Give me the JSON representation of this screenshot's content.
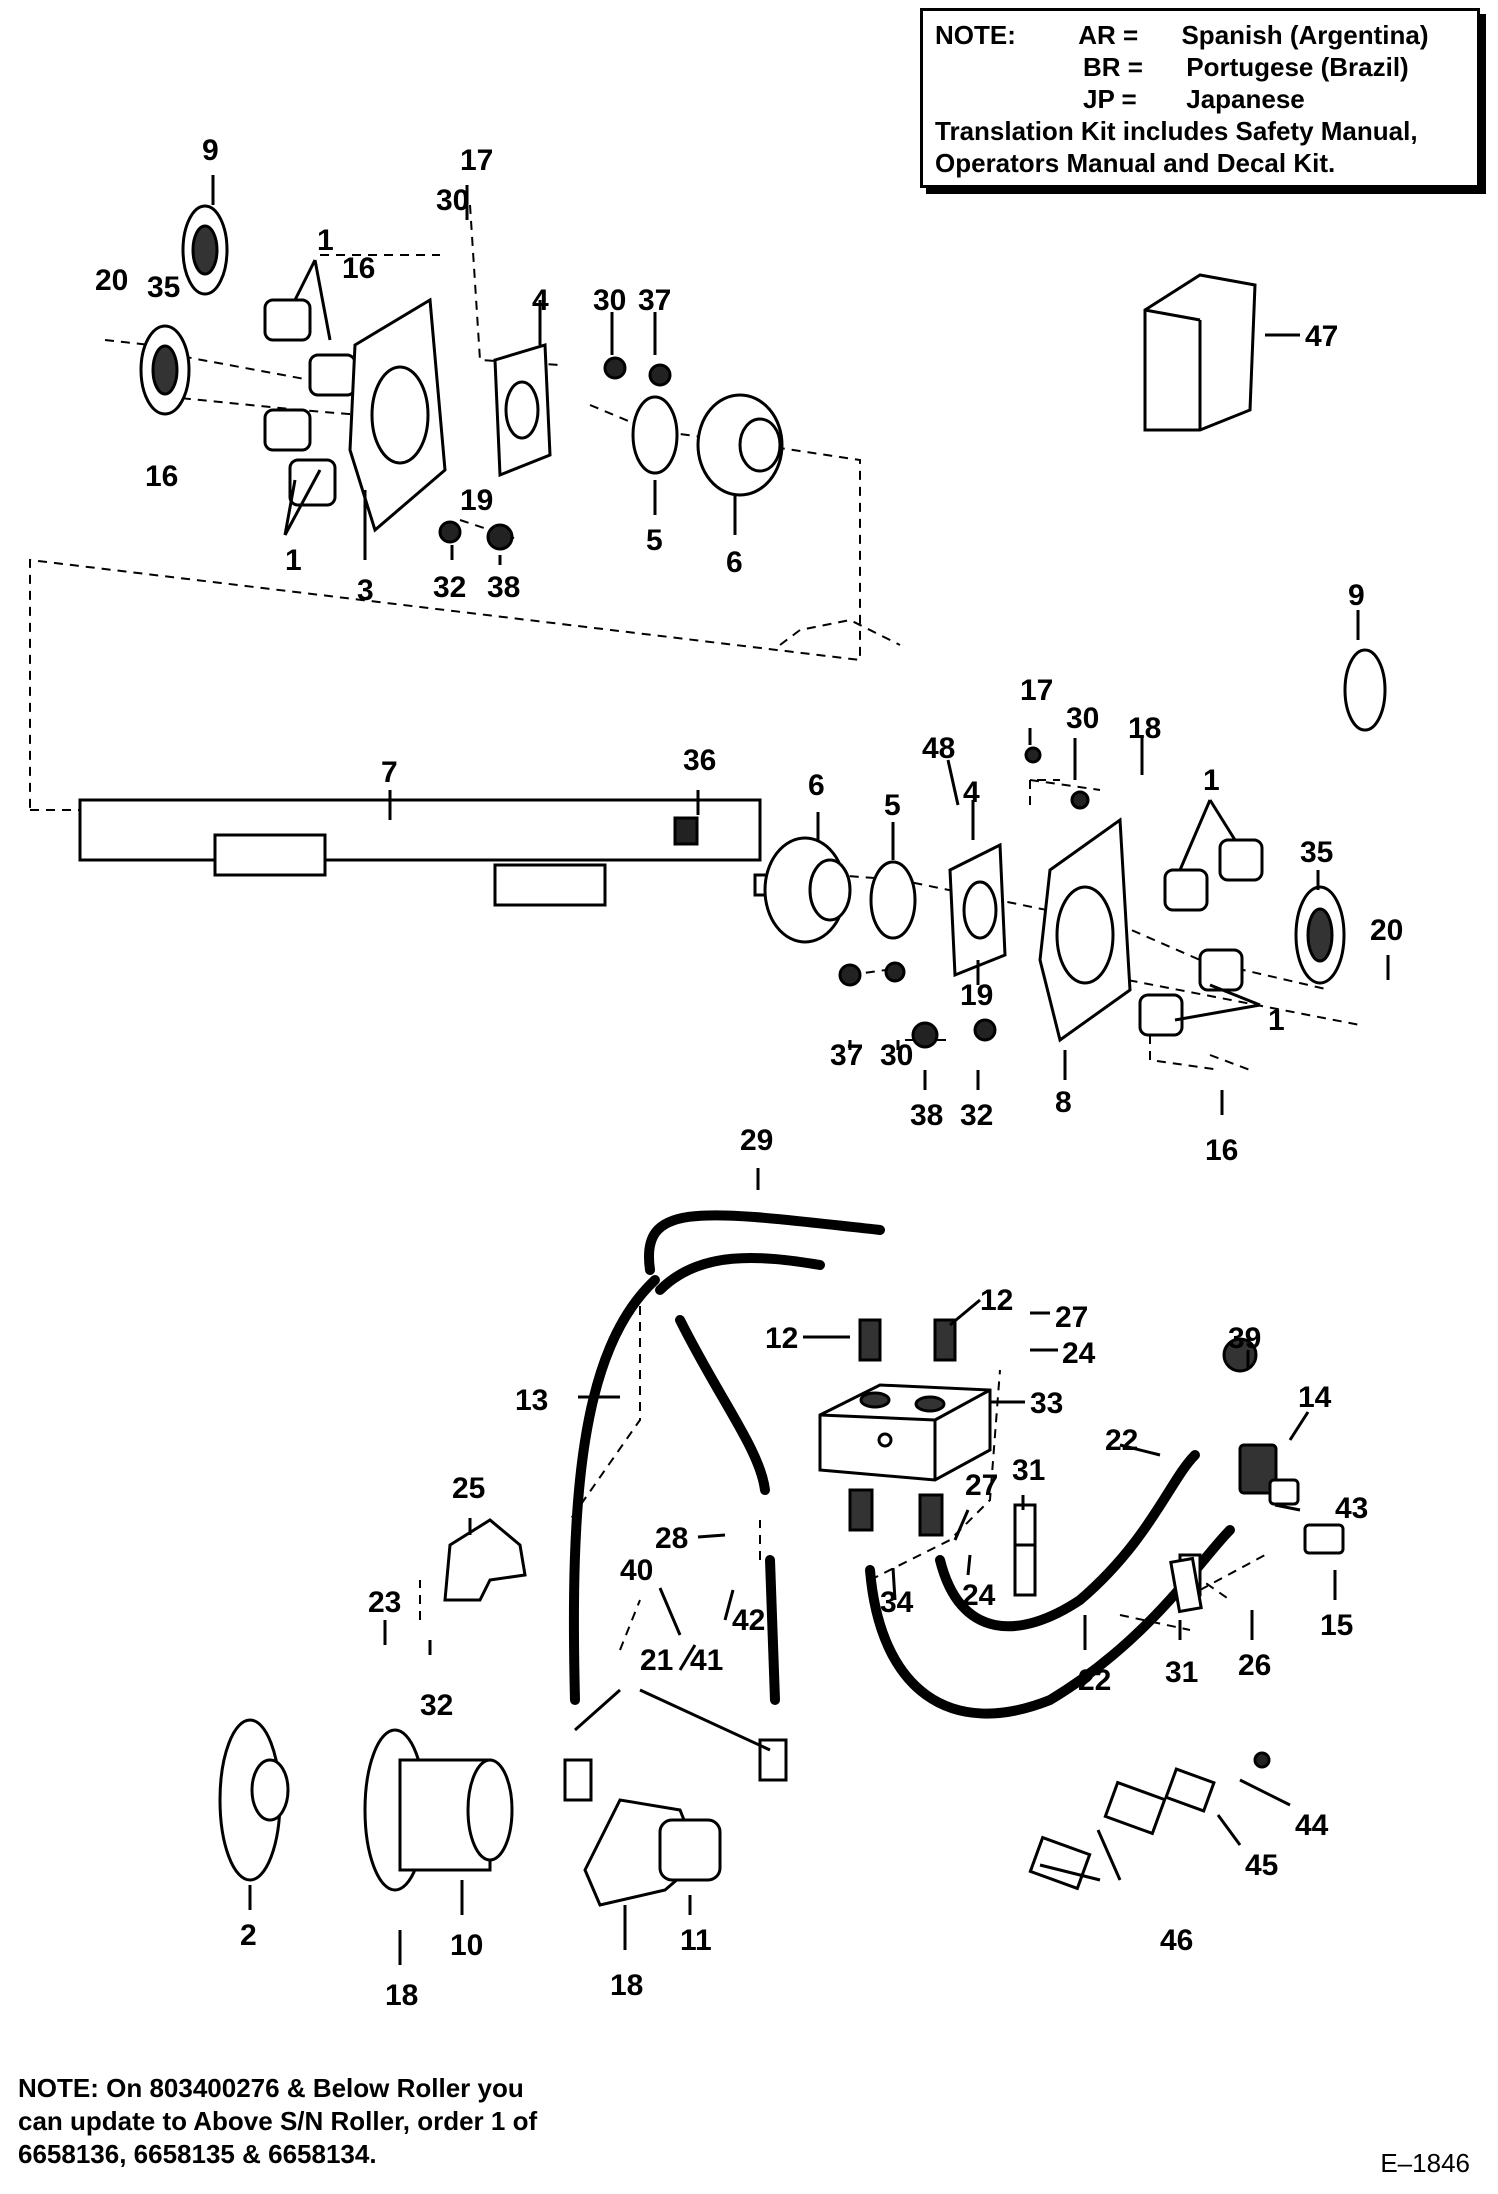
{
  "note": {
    "heading": "NOTE:",
    "languages": [
      {
        "code": "AR =",
        "name": "Spanish (Argentina)"
      },
      {
        "code": "BR =",
        "name": "Portugese (Brazil)"
      },
      {
        "code": "JP =",
        "name": "Japanese"
      }
    ],
    "kit_line_1": "Translation Kit includes Safety Manual,",
    "kit_line_2": "Operators Manual and Decal Kit."
  },
  "bottom_note": {
    "heading": "NOTE:",
    "line_1": "On 803400276 & Below Roller you",
    "line_2": "can update to Above S/N Roller, order 1 of",
    "line_3": "6658136, 6658135 & 6658134."
  },
  "figure_id": "E–1846",
  "callouts": {
    "c9a": "9",
    "c17a": "17",
    "c30a": "30",
    "c20a": "20",
    "c35a": "35",
    "c1a": "1",
    "c16a": "16",
    "c4a": "4",
    "c30b": "30",
    "c37a": "37",
    "c47": "47",
    "c16b": "16",
    "c19a": "19",
    "c1b": "1",
    "c3": "3",
    "c32a": "32",
    "c38a": "38",
    "c5a": "5",
    "c6a": "6",
    "c9b": "9",
    "c17b": "17",
    "c30c": "30",
    "c18a": "18",
    "c48": "48",
    "c36": "36",
    "c7": "7",
    "c6b": "6",
    "c5b": "5",
    "c4b": "4",
    "c1c": "1",
    "c35b": "35",
    "c20b": "20",
    "c19b": "19",
    "c1d": "1",
    "c37b": "37",
    "c30d": "30",
    "c38b": "38",
    "c32b": "32",
    "c8": "8",
    "c16c": "16",
    "c29": "29",
    "c12a": "12",
    "c12b": "12",
    "c27a": "27",
    "c24a": "24",
    "c13": "13",
    "c33": "33",
    "c39": "39",
    "c14": "14",
    "c22a": "22",
    "c43": "43",
    "c25": "25",
    "c28": "28",
    "c27b": "27",
    "c31a": "31",
    "c23": "23",
    "c40": "40",
    "c42": "42",
    "c34": "34",
    "c24b": "24",
    "c15": "15",
    "c32c": "32",
    "c21": "21",
    "c41": "41",
    "c22b": "22",
    "c31b": "31",
    "c26": "26",
    "c44": "44",
    "c45": "45",
    "c2": "2",
    "c10": "10",
    "c11": "11",
    "c18b": "18",
    "c18c": "18",
    "c46": "46"
  }
}
